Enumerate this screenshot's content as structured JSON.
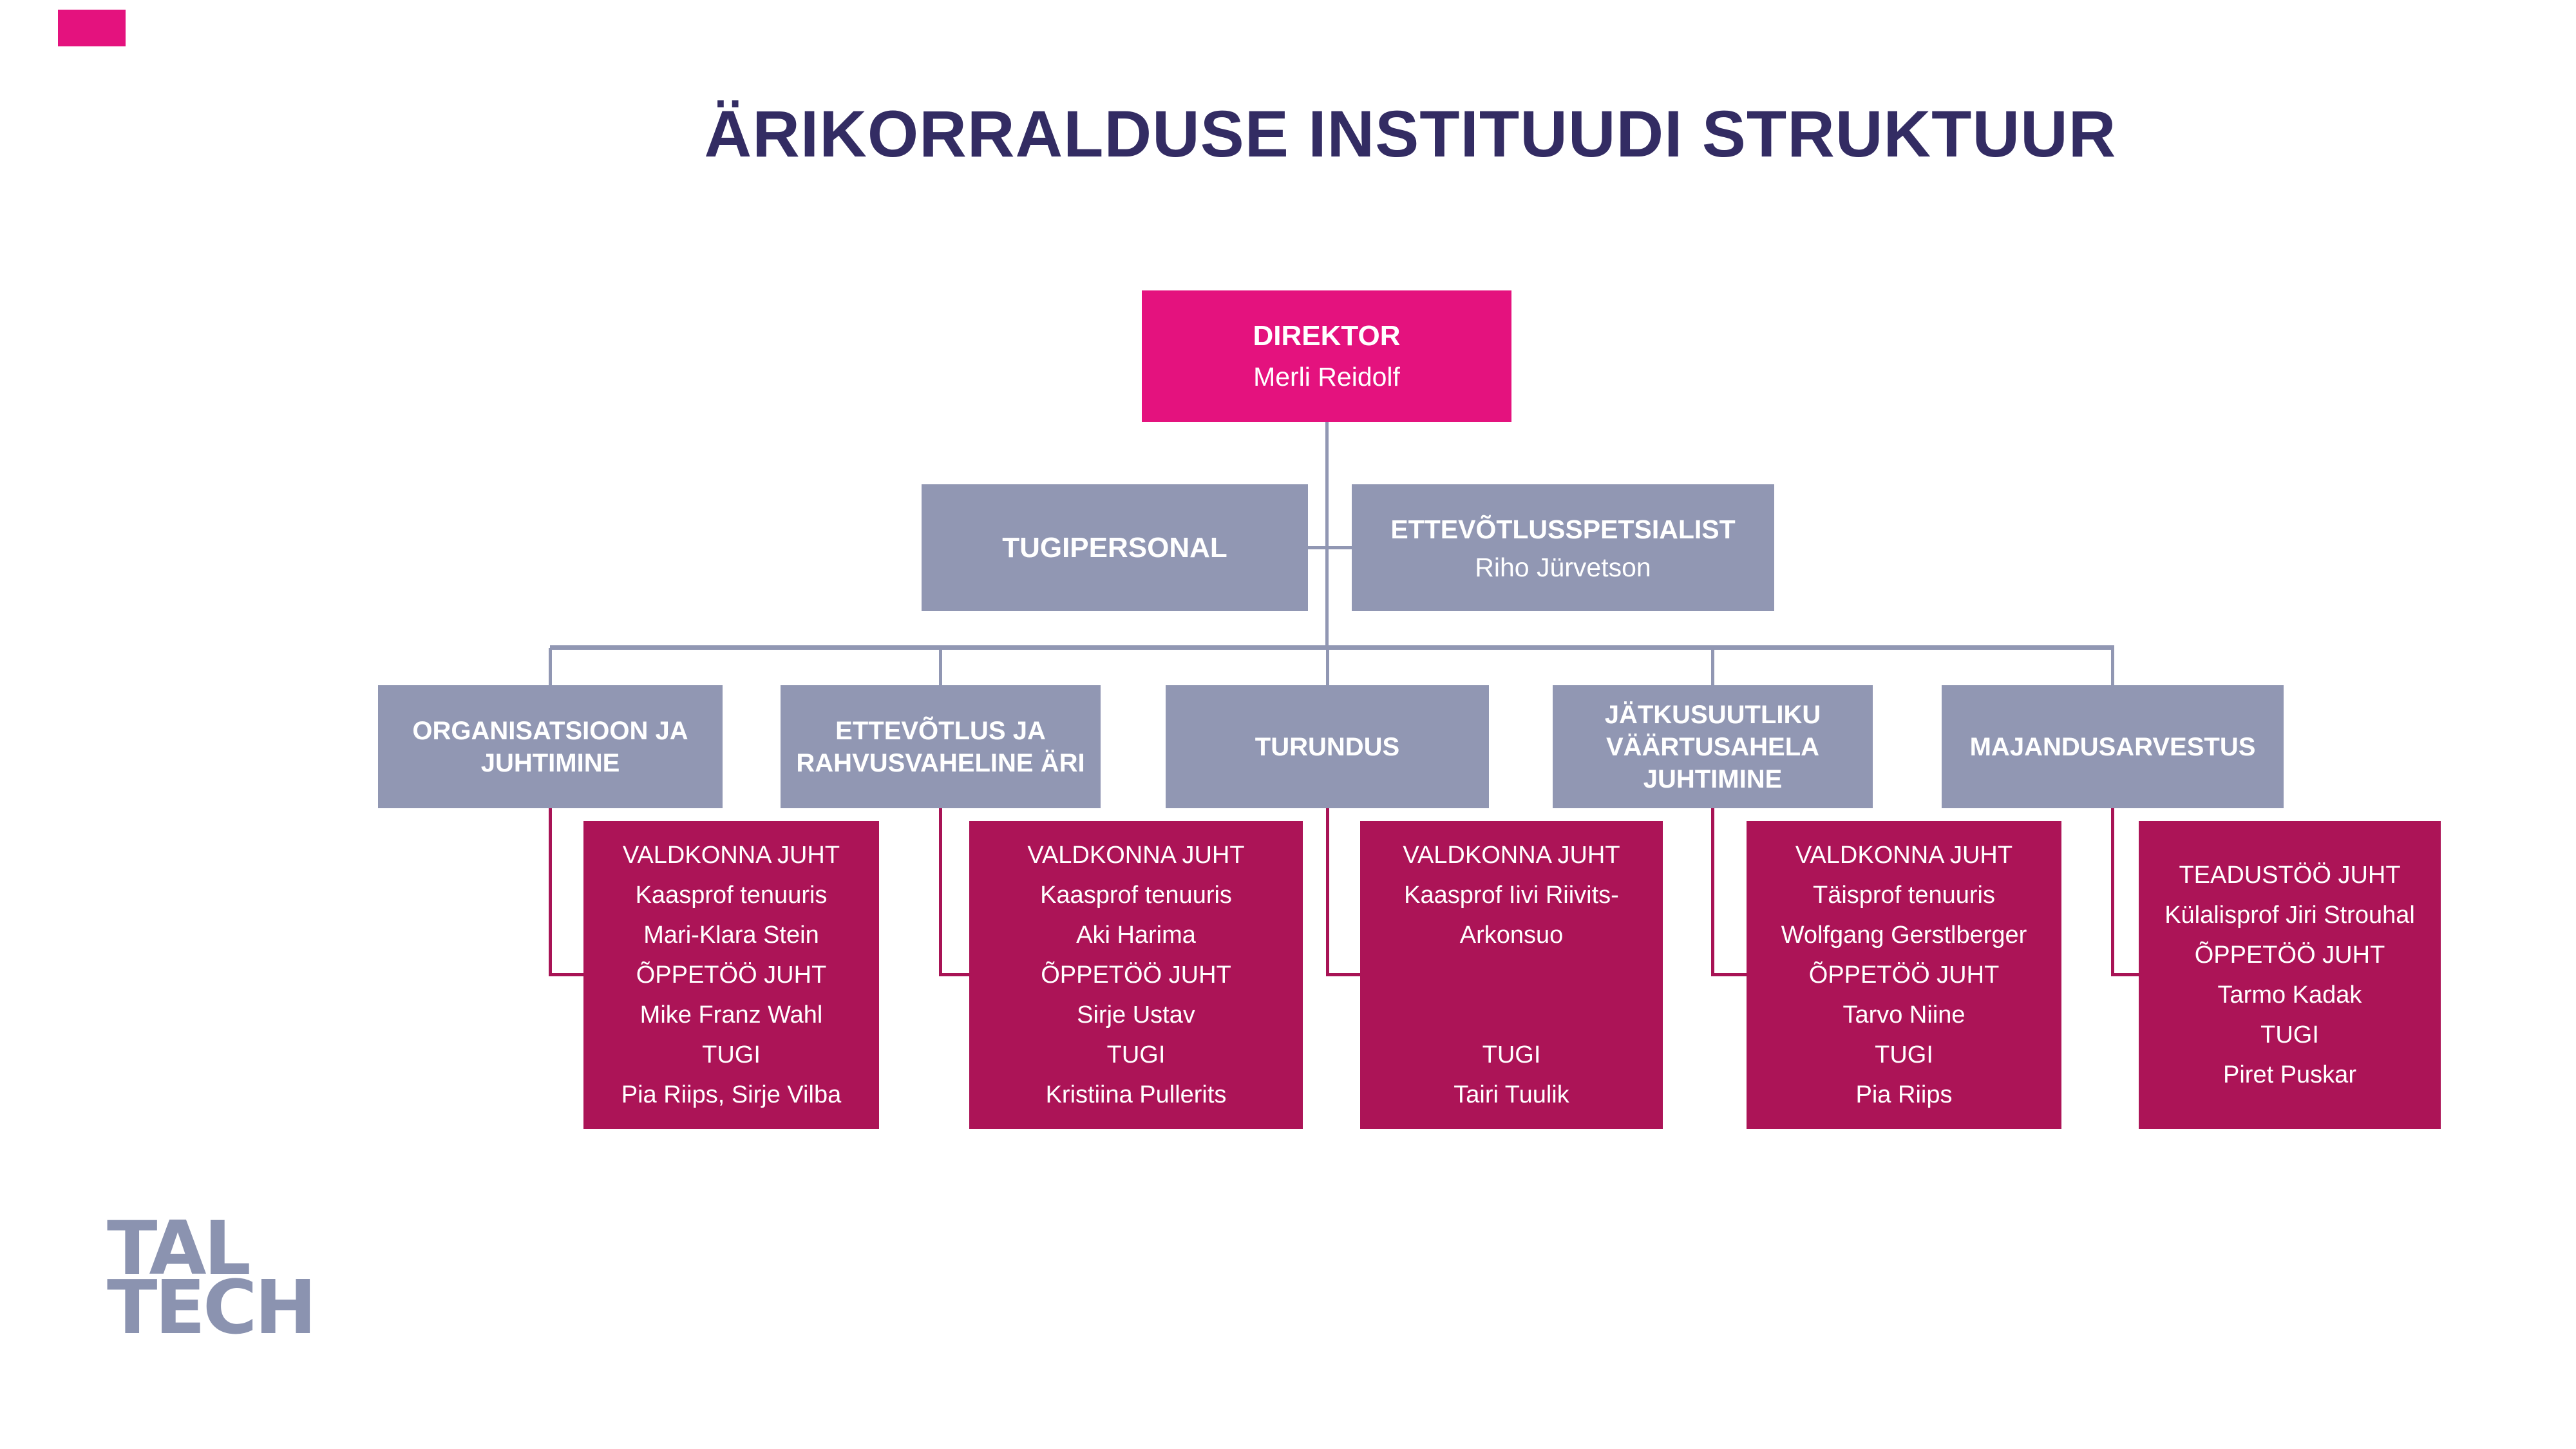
{
  "page": {
    "title": "ÄRIKORRALDUSE INSTITUUDI STRUKTUUR"
  },
  "colors": {
    "magenta": "#E4127E",
    "steel_blue_gray": "#9197B3",
    "crimson": "#AC1457",
    "title_navy": "#332C63",
    "logo_gray": "#8B93B0"
  },
  "logo": {
    "line1": "TAL",
    "line2": "TECH"
  },
  "direktor": {
    "title": "DIREKTOR",
    "name": "Merli Reidolf"
  },
  "staff": {
    "tugipersonal": {
      "title": "TUGIPERSONAL"
    },
    "spetsialist": {
      "title": "ETTEVÕTLUSSPETSIALIST",
      "name": "Riho Jürvetson"
    }
  },
  "branches": [
    {
      "title": "ORGANISATSIOON JA JUHTIMINE",
      "details": [
        "VALDKONNA JUHT",
        "Kaasprof tenuuris",
        "Mari-Klara Stein",
        "ÕPPETÖÖ JUHT",
        "Mike Franz Wahl",
        "TUGI",
        "Pia Riips, Sirje Vilba"
      ]
    },
    {
      "title": "ETTEVÕTLUS JA RAHVUSVAHELINE ÄRI",
      "details": [
        "VALDKONNA JUHT",
        "Kaasprof tenuuris",
        "Aki Harima",
        "ÕPPETÖÖ JUHT",
        "Sirje Ustav",
        "TUGI",
        "Kristiina Pullerits"
      ]
    },
    {
      "title": "TURUNDUS",
      "details": [
        "VALDKONNA JUHT",
        "Kaasprof Iivi Riivits-Arkonsuo",
        " ",
        " ",
        "TUGI",
        "Tairi Tuulik"
      ]
    },
    {
      "title": "JÄTKUSUUTLIKU VÄÄRTUSAHELA JUHTIMINE",
      "details": [
        "VALDKONNA JUHT",
        "Täisprof tenuuris",
        "Wolfgang Gerstlberger",
        "ÕPPETÖÖ JUHT",
        "Tarvo Niine",
        "TUGI",
        "Pia Riips"
      ]
    },
    {
      "title": "MAJANDUSARVESTUS",
      "details": [
        "TEADUSTÖÖ JUHT",
        "Külalisprof Jiri Strouhal",
        "ÕPPETÖÖ JUHT",
        "Tarmo Kadak",
        "TUGI",
        "Piret Puskar"
      ]
    }
  ]
}
